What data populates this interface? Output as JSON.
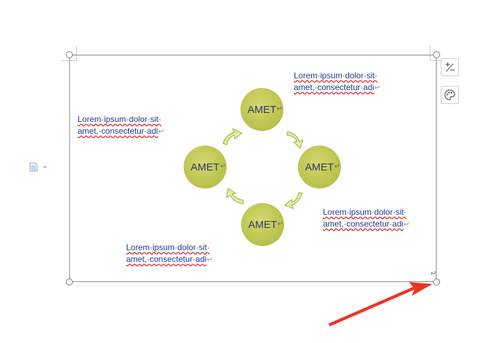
{
  "shapes": {
    "top": "AMET",
    "left": "AMET",
    "right": "AMET",
    "bottom": "AMET"
  },
  "paragraph_mark": "↵",
  "text_blocks": {
    "top_right": {
      "line1": "Lorem·ipsum·dolor·sit·",
      "line2": "amet,·consectetur·adi"
    },
    "top_left": {
      "line1": "Lorem·ipsum·dolor·sit·",
      "line2": "amet,·consectetur·adi"
    },
    "right": {
      "line1": "Lorem·ipsum·dolor·sit·",
      "line2": "amet,·consectetur·adi"
    },
    "bottom_left": {
      "line1": "Lorem·ipsum·dolor·sit·",
      "line2": "amet,·consectetur·adi"
    }
  },
  "side_buttons": {
    "layout_icon": "plus-minus-icon",
    "style_icon": "palette-icon"
  },
  "colors": {
    "circle_fill": "#c3c956",
    "circle_text": "#2b3a63",
    "text": "#1f3a93",
    "arrow_fill": "#e3ecb4",
    "arrow_stroke": "#aab83a",
    "pointer": "#ee3325"
  }
}
